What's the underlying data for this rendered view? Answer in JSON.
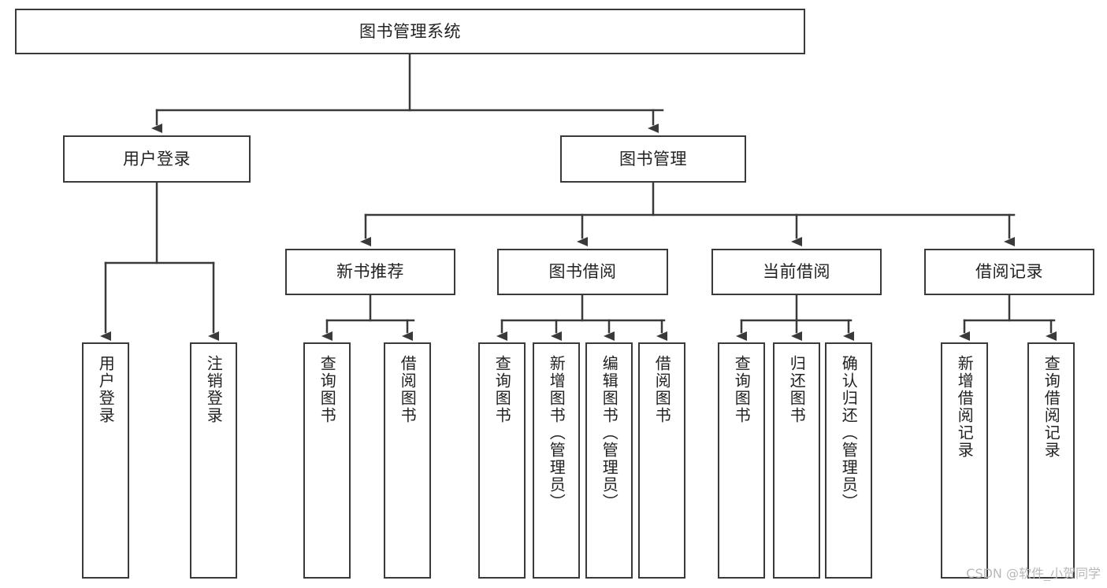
{
  "diagram": {
    "title": "图书管理系统",
    "type": "tree-hierarchy",
    "watermark": "CSDN @软件_小贺同学",
    "colors": {
      "stroke": "#3a3a3a",
      "fill": "#ffffff",
      "text": "#222222",
      "watermark": "#b8b8b8"
    },
    "root": {
      "label": "图书管理系统"
    },
    "level2": [
      {
        "label": "用户登录"
      },
      {
        "label": "图书管理"
      }
    ],
    "level3": [
      {
        "label": "新书推荐"
      },
      {
        "label": "图书借阅"
      },
      {
        "label": "当前借阅"
      },
      {
        "label": "借阅记录"
      }
    ],
    "leaves": {
      "user_login": [
        {
          "label": "用户登录"
        },
        {
          "label": "注销登录"
        }
      ],
      "new_book": [
        {
          "label": "查询图书"
        },
        {
          "label": "借阅图书"
        }
      ],
      "book_borrow": [
        {
          "label": "查询图书"
        },
        {
          "label": "新增图书（管理员）"
        },
        {
          "label": "编辑图书（管理员）"
        },
        {
          "label": "借阅图书"
        }
      ],
      "current_borrow": [
        {
          "label": "查询图书"
        },
        {
          "label": "归还图书"
        },
        {
          "label": "确认归还（管理员）"
        }
      ],
      "borrow_record": [
        {
          "label": "新增借阅记录"
        },
        {
          "label": "查询借阅记录"
        }
      ]
    }
  }
}
